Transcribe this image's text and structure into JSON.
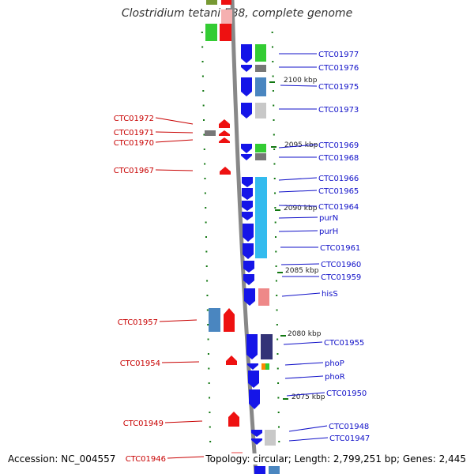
{
  "title": "Clostridium tetani E88, complete genome",
  "footer": {
    "accession": "Accession: NC_004557",
    "topology": "Topology: circular; Length: 2,799,251 bp; Genes: 2,445"
  },
  "colors": {
    "backbone": "#888888",
    "forward_label": "#1010c8",
    "reverse_label": "#c80000",
    "gene_blue": "#1515e8",
    "gene_red": "#ee1111",
    "cog_green": "#33cc33",
    "cog_cyan": "#33bbee",
    "cog_steel": "#4a86c0",
    "cog_gray": "#777777",
    "cog_lightgray": "#c8c8c8",
    "cog_pink": "#ee8888",
    "cog_navy": "#333377",
    "cog_orange": "#ff8800",
    "tick_green": "#117711"
  },
  "ticks": [
    "2100 kbp",
    "2095 kbp",
    "2090 kbp",
    "2085 kbp",
    "2080 kbp",
    "2075 kbp"
  ],
  "forward_labels": [
    "CTC01977",
    "CTC01976",
    "CTC01975",
    "CTC01973",
    "CTC01969",
    "CTC01968",
    "CTC01966",
    "CTC01965",
    "CTC01964",
    "purN",
    "purH",
    "CTC01961",
    "CTC01960",
    "CTC01959",
    "hisS",
    "CTC01955",
    "phoP",
    "phoR",
    "CTC01950",
    "CTC01948",
    "CTC01947"
  ],
  "reverse_labels": [
    "CTC01972",
    "CTC01971",
    "CTC01970",
    "CTC01967",
    "CTC01957",
    "CTC01954",
    "CTC01949",
    "CTC01946"
  ]
}
